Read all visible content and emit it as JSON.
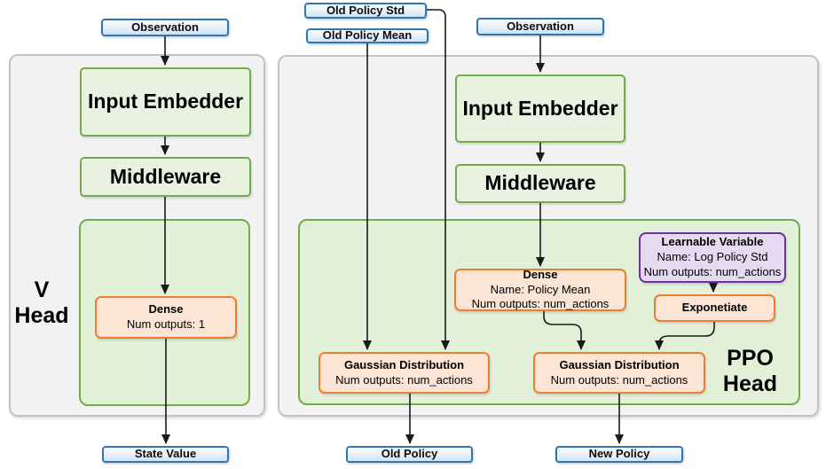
{
  "colors": {
    "panel_bg": "#f2f2f2",
    "panel_border": "#c3c3c3",
    "green_box_fill": "#e9f2e1",
    "green_panel_fill": "#e3f0d8",
    "green_border": "#70ad47",
    "orange_fill": "#fce5d5",
    "orange_border": "#ed7d31",
    "purple_fill": "#e6d9f2",
    "purple_border": "#7030a0",
    "blue_fill": "#d0e3f5",
    "blue_border": "#2e75b6",
    "arrow": "#1a1a1a"
  },
  "v_head": {
    "title_line1": "V",
    "title_line2": "Head",
    "observation": "Observation",
    "input_embedder": "Input Embedder",
    "middleware": "Middleware",
    "dense_title": "Dense",
    "dense_line1": "Num outputs: 1",
    "output": "State Value"
  },
  "ppo_head": {
    "title_line1": "PPO",
    "title_line2": "Head",
    "old_policy_std": "Old Policy Std",
    "old_policy_mean": "Old Policy Mean",
    "observation": "Observation",
    "input_embedder": "Input Embedder",
    "middleware": "Middleware",
    "dense_title": "Dense",
    "dense_line1": "Name: Policy Mean",
    "dense_line2": "Num outputs: num_actions",
    "learnable_title": "Learnable Variable",
    "learnable_line1": "Name: Log Policy Std",
    "learnable_line2": "Num outputs: num_actions",
    "exponetiate": "Exponetiate",
    "gaussian_old_title": "Gaussian Distribution",
    "gaussian_old_line1": "Num outputs: num_actions",
    "gaussian_new_title": "Gaussian Distribution",
    "gaussian_new_line1": "Num outputs: num_actions",
    "output_old": "Old Policy",
    "output_new": "New Policy"
  }
}
